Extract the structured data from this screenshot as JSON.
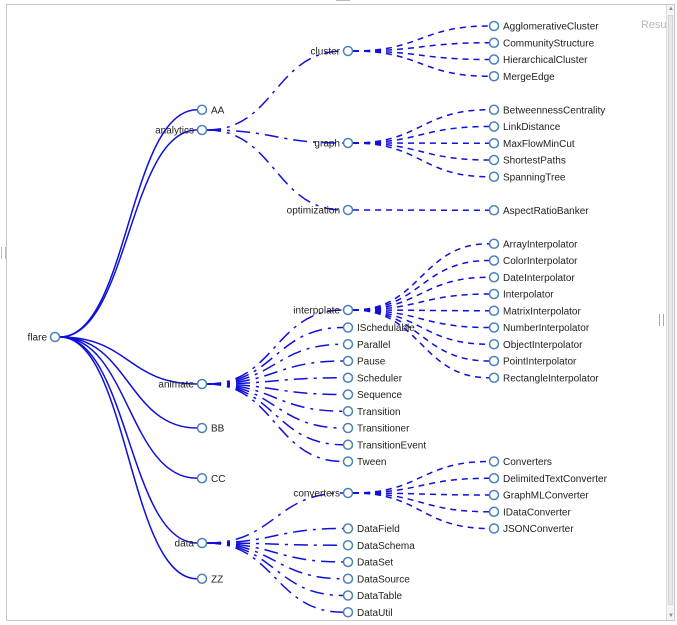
{
  "window": {
    "result_label": "Result"
  },
  "colors": {
    "link": "#1010d8",
    "node_stroke": "#4a82b8",
    "node_fill": "#ffffff",
    "text": "#222222"
  },
  "tree": {
    "name": "flare",
    "children": [
      {
        "name": "AA"
      },
      {
        "name": "analytics",
        "children": [
          {
            "name": "cluster",
            "children": [
              {
                "name": "AgglomerativeCluster"
              },
              {
                "name": "CommunityStructure"
              },
              {
                "name": "HierarchicalCluster"
              },
              {
                "name": "MergeEdge"
              }
            ]
          },
          {
            "name": "graph",
            "children": [
              {
                "name": "BetweennessCentrality"
              },
              {
                "name": "LinkDistance"
              },
              {
                "name": "MaxFlowMinCut"
              },
              {
                "name": "ShortestPaths"
              },
              {
                "name": "SpanningTree"
              }
            ]
          },
          {
            "name": "optimization",
            "children": [
              {
                "name": "AspectRatioBanker"
              }
            ]
          }
        ]
      },
      {
        "name": "animate",
        "children": [
          {
            "name": "interpolate",
            "children": [
              {
                "name": "ArrayInterpolator"
              },
              {
                "name": "ColorInterpolator"
              },
              {
                "name": "DateInterpolator"
              },
              {
                "name": "Interpolator"
              },
              {
                "name": "MatrixInterpolator"
              },
              {
                "name": "NumberInterpolator"
              },
              {
                "name": "ObjectInterpolator"
              },
              {
                "name": "PointInterpolator"
              },
              {
                "name": "RectangleInterpolator"
              }
            ]
          },
          {
            "name": "ISchedulable"
          },
          {
            "name": "Parallel"
          },
          {
            "name": "Pause"
          },
          {
            "name": "Scheduler"
          },
          {
            "name": "Sequence"
          },
          {
            "name": "Transition"
          },
          {
            "name": "Transitioner"
          },
          {
            "name": "TransitionEvent"
          },
          {
            "name": "Tween"
          }
        ]
      },
      {
        "name": "BB"
      },
      {
        "name": "CC"
      },
      {
        "name": "data",
        "children": [
          {
            "name": "converters",
            "children": [
              {
                "name": "Converters"
              },
              {
                "name": "DelimitedTextConverter"
              },
              {
                "name": "GraphMLConverter"
              },
              {
                "name": "IDataConverter"
              },
              {
                "name": "JSONConverter"
              }
            ]
          },
          {
            "name": "DataField"
          },
          {
            "name": "DataSchema"
          },
          {
            "name": "DataSet"
          },
          {
            "name": "DataSource"
          },
          {
            "name": "DataTable"
          },
          {
            "name": "DataUtil"
          }
        ]
      },
      {
        "name": "ZZ"
      }
    ]
  }
}
